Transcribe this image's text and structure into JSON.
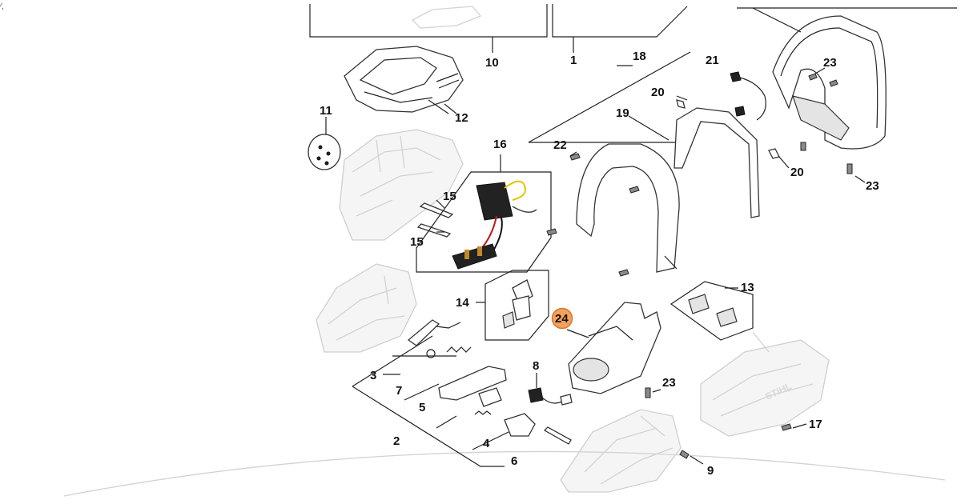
{
  "corner_mark": "⁄,",
  "highlight_color": "#f4a15e",
  "highlight_stroke": "#d9772c",
  "callouts": {
    "c1": "1",
    "c2": "2",
    "c3": "3",
    "c4": "4",
    "c5": "5",
    "c6": "6",
    "c7": "7",
    "c8": "8",
    "c9": "9",
    "c10": "10",
    "c11": "11",
    "c12": "12",
    "c13": "13",
    "c14": "14",
    "c15a": "15",
    "c15b": "15",
    "c16": "16",
    "c17": "17",
    "c18": "18",
    "c19": "19",
    "c20a": "20",
    "c20b": "20",
    "c21": "21",
    "c22": "22",
    "c23a": "23",
    "c23b": "23",
    "c23c": "23",
    "c24": "24"
  }
}
